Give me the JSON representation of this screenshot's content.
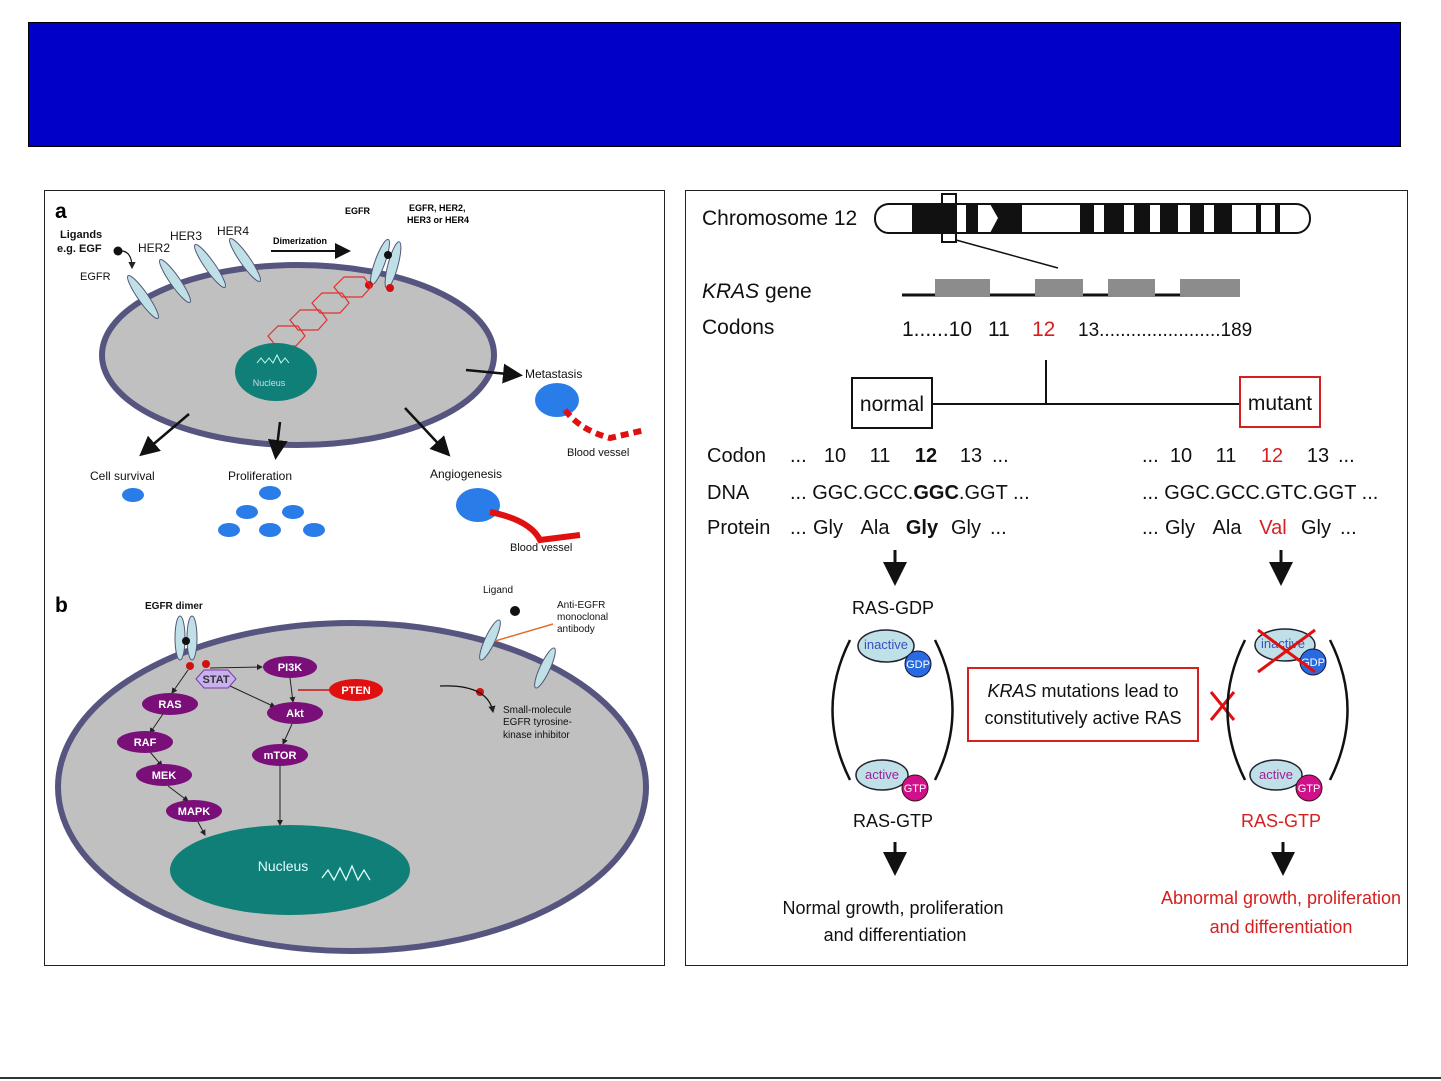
{
  "slide": {
    "title": ""
  },
  "colors": {
    "title_bar": "#0000c8",
    "mutant_red": "#d42020",
    "cell_fill": "#c0c0c0",
    "nucleus": "#0f7f78",
    "node_purple": "#7a0f7a"
  },
  "panel_a": {
    "label": "a",
    "ligands": "Ligands",
    "eg_egf": "e.g. EGF",
    "egfr": "EGFR",
    "her2": "HER2",
    "her3": "HER3",
    "her4": "HER4",
    "dimerization": "Dimerization",
    "dimer_egfr": "EGFR",
    "dimer_partner_1": "EGFR, HER2,",
    "dimer_partner_2": "HER3 or HER4",
    "nucleus": "Nucleus",
    "cell_survival": "Cell survival",
    "proliferation": "Proliferation",
    "angiogenesis": "Angiogenesis",
    "metastasis": "Metastasis",
    "blood_vessel_1": "Blood vessel",
    "blood_vessel_2": "Blood vessel"
  },
  "panel_b": {
    "label": "b",
    "egfr_dimer": "EGFR dimer",
    "nodes": {
      "pi3k": "PI3K",
      "stat": "STAT",
      "pten": "PTEN",
      "ras": "RAS",
      "akt": "Akt",
      "raf": "RAF",
      "mtor": "mTOR",
      "mek": "MEK",
      "mapk": "MAPK"
    },
    "nucleus": "Nucleus",
    "ligand": "Ligand",
    "antibody": [
      "Anti-EGFR",
      "monoclonal",
      "antibody"
    ],
    "tki": [
      "Small-molecule",
      "EGFR tyrosine-",
      "kinase inhibitor"
    ]
  },
  "panel_right": {
    "chromosome": "Chromosome 12",
    "kras_gene_italic": "KRAS",
    "kras_gene_rest": " gene",
    "codons_label": "Codons",
    "codon_scale": {
      "start": "1......10",
      "c11": "11",
      "c12": "12",
      "end": "13.......................189"
    },
    "normal": "normal",
    "mutant": "mutant",
    "normal_seq": {
      "codon_label": "Codon",
      "codons": [
        "...",
        "10",
        "11",
        "12",
        "13",
        "..."
      ],
      "dna_label": "DNA",
      "dna": [
        "... GGC.GCC.",
        "GGC",
        ".GGT ..."
      ],
      "protein_label": "Protein",
      "protein": [
        "...",
        "Gly",
        "Ala",
        "Gly",
        "Gly",
        "..."
      ]
    },
    "mutant_seq": {
      "codons": [
        "...",
        "10",
        "11",
        "12",
        "13",
        "..."
      ],
      "dna": [
        "... GGC.GCC.",
        "GTC",
        ".GGT ..."
      ],
      "protein": [
        "...",
        "Gly",
        "Ala",
        "Val",
        "Gly",
        "..."
      ]
    },
    "ras_gdp": "RAS-GDP",
    "inactive": "inactive",
    "gdp": "GDP",
    "active": "active",
    "gtp": "GTP",
    "ras_gtp": "RAS-GTP",
    "mutation_note_italic": "KRAS",
    "mutation_note_1": " mutations lead to",
    "mutation_note_2": "constitutively active RAS",
    "normal_outcome": [
      "Normal growth, proliferation",
      "and differentiation"
    ],
    "abnormal_outcome": [
      "Abnormal growth, proliferation",
      "and differentiation"
    ],
    "mutant_ras_gtp": "RAS-GTP",
    "mutant_inactive": "inactive",
    "mutant_gdp": "GDP",
    "mutant_active": "active",
    "mutant_gtp": "GTP"
  }
}
